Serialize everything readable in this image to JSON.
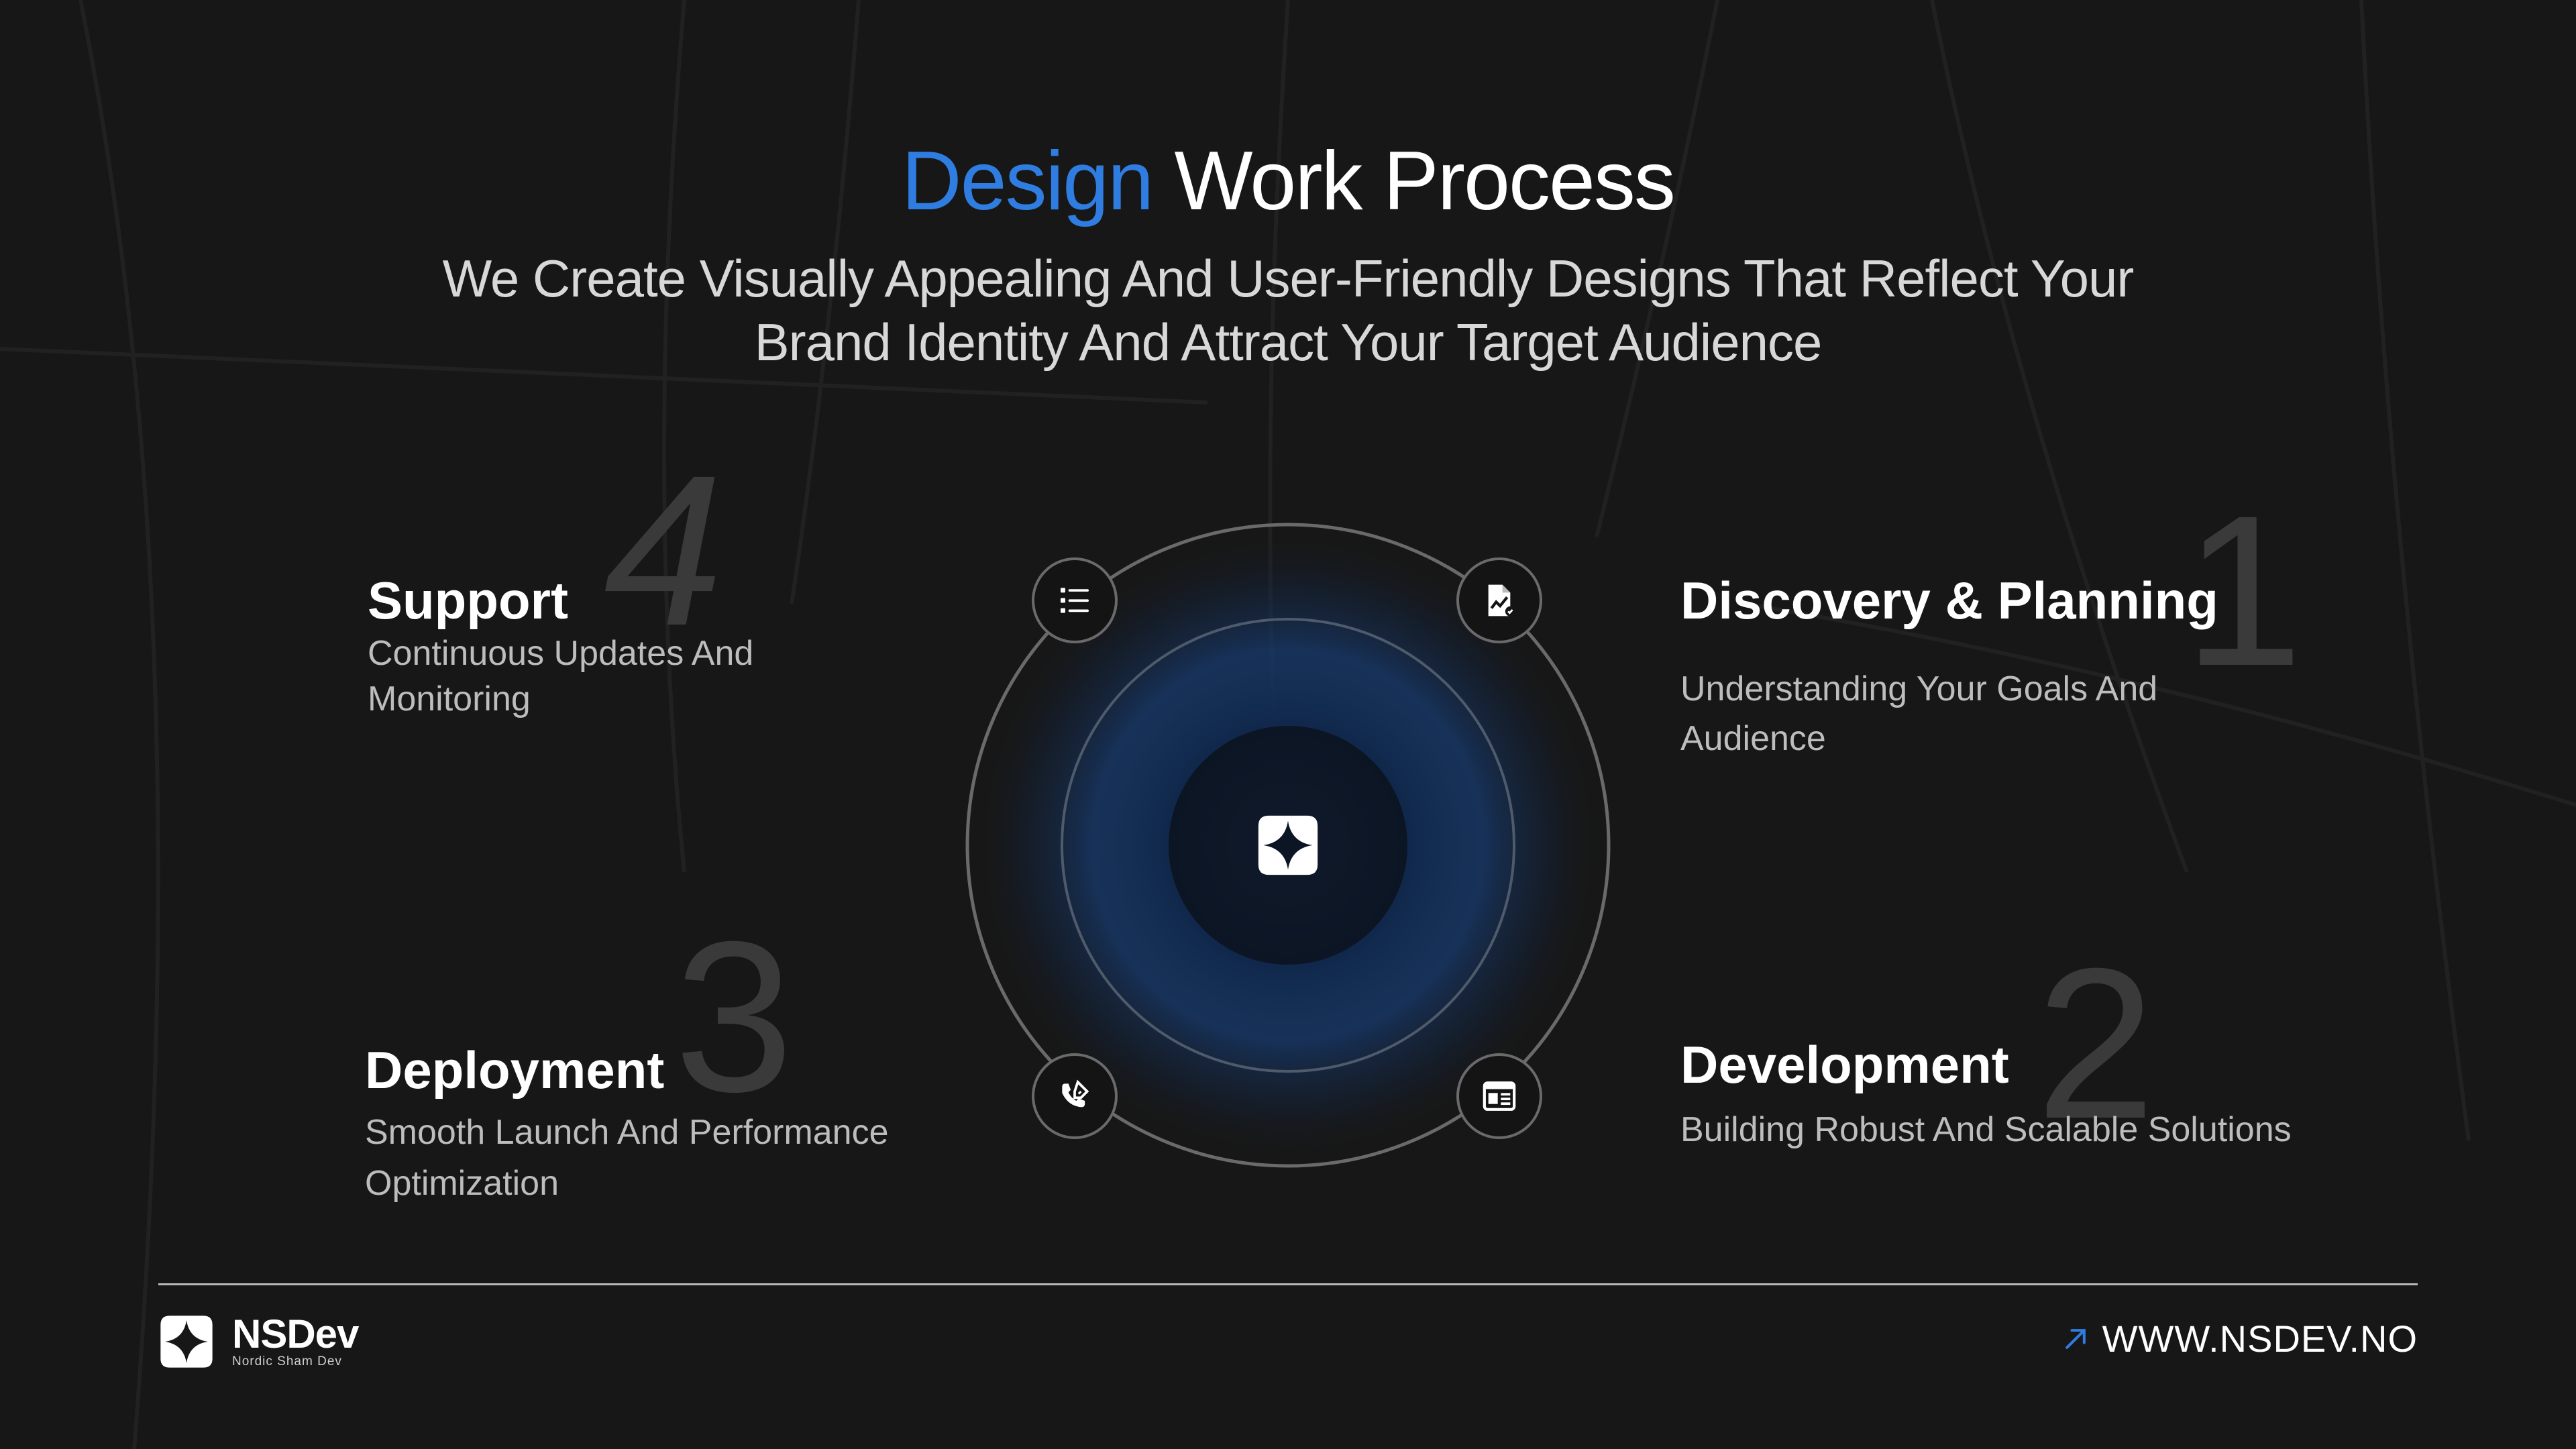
{
  "header": {
    "title_accent": "Design",
    "title_rest": "Work Process",
    "subtitle_line1": "We Create Visually Appealing And User-Friendly Designs That Reflect Your",
    "subtitle_line2": "Brand Identity And Attract Your Target Audience"
  },
  "steps": [
    {
      "number": "1",
      "title": "Discovery & Planning",
      "desc_line1": "Understanding Your Goals And",
      "desc_line2": "Audience",
      "icon": "document-chart-icon"
    },
    {
      "number": "2",
      "title": "Development",
      "desc_line1": "Building Robust And Scalable Solutions",
      "desc_line2": "",
      "icon": "browser-window-icon"
    },
    {
      "number": "3",
      "title": "Deployment",
      "desc_line1": "Smooth Launch And Performance",
      "desc_line2": "Optimization",
      "icon": "phone-edit-icon"
    },
    {
      "number": "4",
      "title": "Support",
      "desc_line1": "Continuous Updates And",
      "desc_line2": "Monitoring",
      "icon": "list-icon"
    }
  ],
  "footer": {
    "brand_name": "NSDev",
    "brand_tagline": "Nordic Sham Dev",
    "website": "WWW.NSDEV.NO",
    "website_icon": "arrow-up-right-icon"
  },
  "colors": {
    "background": "#171717",
    "accent": "#2f7de1",
    "ring": "#6a6a6a",
    "glow": "#1a4a8a"
  }
}
